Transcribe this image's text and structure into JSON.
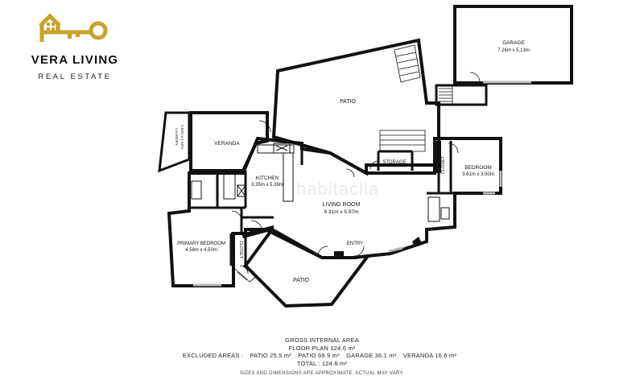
{
  "brand": {
    "name": "VERA LIVING",
    "subtitle": "REAL ESTATE",
    "gold": "#c9a227"
  },
  "watermark": "habitaclia",
  "rooms": {
    "garage": {
      "name": "GARAGE",
      "size": "7.26m x 5.13m"
    },
    "patio_top": {
      "name": "PATIO"
    },
    "laundry": {
      "name": "LAUNDRY",
      "size": "1.62m x 1.52m"
    },
    "veranda": {
      "name": "VERANDA"
    },
    "kitchen": {
      "name": "KITCHEN",
      "size": "3.35m x 5.39m"
    },
    "storage": {
      "name": "STORAGE"
    },
    "closet_right": {
      "name": "CLOSET"
    },
    "bedroom": {
      "name": "BEDROOM",
      "size": "3.61m x 3.50m"
    },
    "living_room": {
      "name": "LIVING ROOM",
      "size": "9.31m x 5.97m"
    },
    "primary_bedroom": {
      "name": "PRIMARY BEDROOM",
      "size": "4.58m x 4.50m"
    },
    "closet_left": {
      "name": "CLOSET"
    },
    "entry": {
      "name": "ENTRY"
    },
    "patio_bottom": {
      "name": "PATIO"
    }
  },
  "footer": {
    "gross_title": "GROSS INTERNAL AREA",
    "floor_plan": "FLOOR PLAN 124.6 m²",
    "excluded_label": "EXCLUDED AREAS :",
    "excluded": [
      "PATIO 25.5 m²",
      "PATIO 69.9 m²",
      "GARAGE 36.1 m²",
      "VERANDA 16.6 m²"
    ],
    "total": "TOTAL : 124.6 m²",
    "note": "SIZES AND DIMENSIONS ARE APPROXIMATE, ACTUAL MAY VARY."
  }
}
